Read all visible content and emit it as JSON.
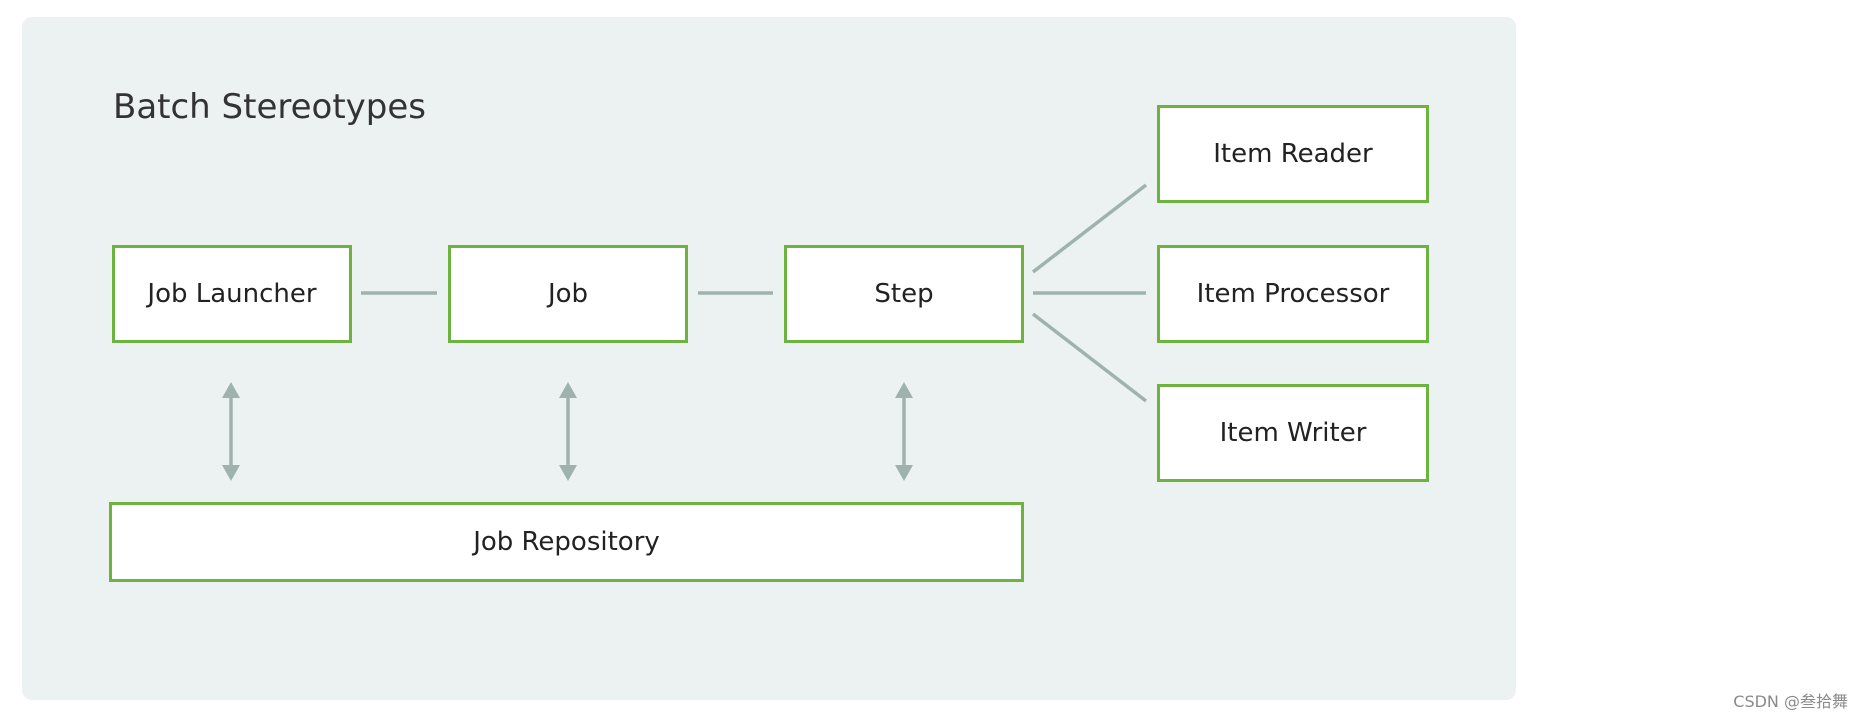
{
  "diagram": {
    "title": "Batch Stereotypes",
    "nodes": {
      "job_launcher": "Job Launcher",
      "job": "Job",
      "step": "Step",
      "item_reader": "Item Reader",
      "item_processor": "Item Processor",
      "item_writer": "Item Writer",
      "job_repository": "Job Repository"
    },
    "colors": {
      "panel_background": "#ebf2f1",
      "box_border": "#6db33f",
      "connector": "#9fb3ae",
      "text": "#222222"
    }
  },
  "watermark": "CSDN @叁拾舞"
}
